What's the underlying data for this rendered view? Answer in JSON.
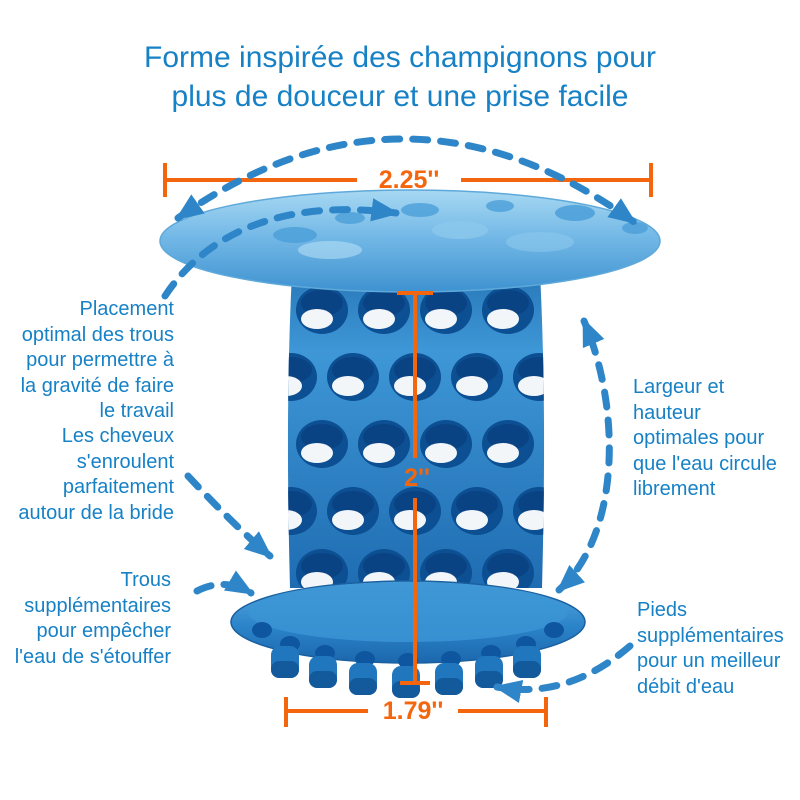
{
  "title": {
    "text": "Forme inspirée des champignons pour\nplus de douceur et une prise facile"
  },
  "measurements": {
    "top_width": "2.25''",
    "height": "2''",
    "bottom_width": "1.79''"
  },
  "annotations": {
    "left": [
      {
        "id": "hole-placement",
        "text": "Placement\noptimal des trous\npour permettre à\nla gravité de faire\nle travail"
      },
      {
        "id": "hair-wrap",
        "text": "Les cheveux\ns'enroulent\nparfaitement\nautour de la bride"
      },
      {
        "id": "extra-holes",
        "text": "Trous\nsupplémentaires\npour empêcher\nl'eau de s'étouffer"
      }
    ],
    "right": [
      {
        "id": "width-height",
        "text": "Largeur et\nhauteur\noptimales pour\nque l'eau circule\nlibrement"
      },
      {
        "id": "extra-feet",
        "text": "Pieds\nsupplémentaires\npour un meilleur\ndébit d'eau"
      }
    ]
  },
  "icons": [
    {
      "name": "top-width-arc-dashed-arrow"
    },
    {
      "name": "cap-holes-dashed-arrow"
    },
    {
      "name": "hair-wrap-dashed-arrow"
    },
    {
      "name": "extra-holes-dashed-arrow"
    },
    {
      "name": "height-double-dashed-arrow"
    },
    {
      "name": "feet-dashed-arrow"
    }
  ],
  "colors": {
    "text_blue": "#1781c6",
    "arrow_blue": "#2e86c8",
    "dimension_orange": "#f4660e",
    "product_blue": "#2f8ad0",
    "hole_dark_blue": "#0c4f92"
  }
}
